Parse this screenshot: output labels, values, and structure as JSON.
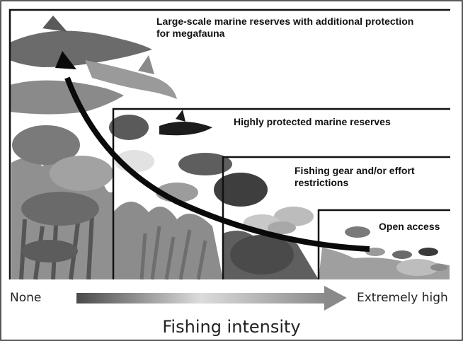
{
  "zones": [
    {
      "id": "large-scale-reserves",
      "label": "Large-scale marine reserves with additional protection for megafauna"
    },
    {
      "id": "highly-protected",
      "label": "Highly protected marine reserves"
    },
    {
      "id": "gear-restrictions",
      "label": "Fishing gear and/or effort restrictions"
    },
    {
      "id": "open-access",
      "label": "Open access"
    }
  ],
  "axis": {
    "low_label": "None",
    "high_label": "Extremely high",
    "title": "Fishing intensity"
  },
  "colors": {
    "frame": "#111111",
    "arrow": "#0a0a0a",
    "gradient_start": "#555555",
    "gradient_end": "#9a9a9a"
  }
}
